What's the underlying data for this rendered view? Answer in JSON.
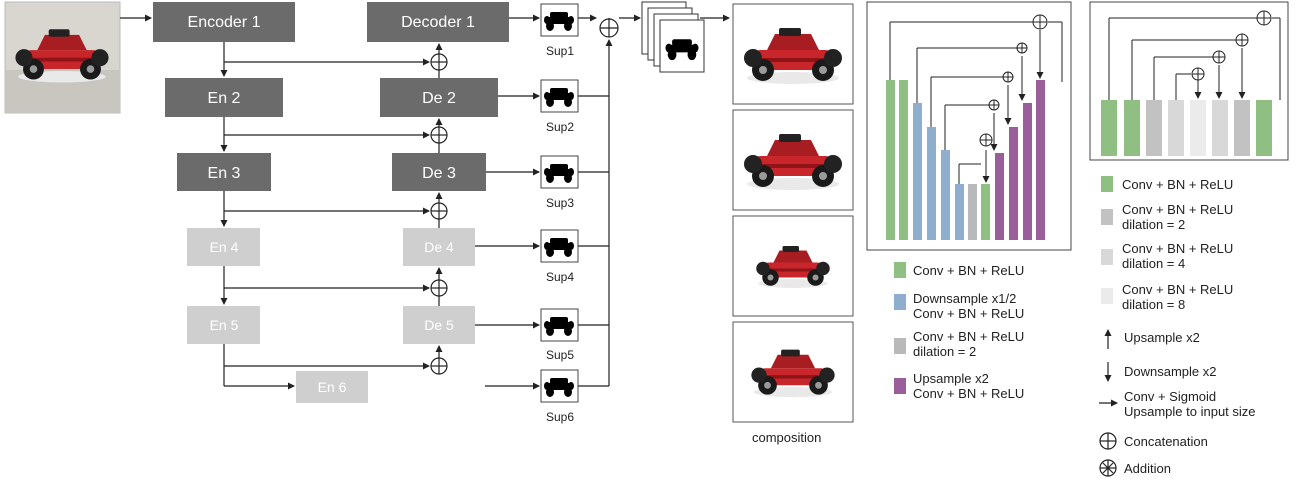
{
  "blocks": {
    "encoder1": "Encoder 1",
    "decoder1": "Decoder 1",
    "en2": "En 2",
    "de2": "De 2",
    "en3": "En 3",
    "de3": "De 3",
    "en4": "En 4",
    "de4": "De 4",
    "en5": "En 5",
    "de5": "De 5",
    "en6": "En 6"
  },
  "sup_labels": [
    "Sup1",
    "Sup2",
    "Sup3",
    "Sup4",
    "Sup5",
    "Sup6"
  ],
  "composition_label": "composition",
  "legend_left": {
    "green": "Conv + BN + ReLU",
    "blue_line1": "Downsample x1/2",
    "blue_line2": "Conv + BN + ReLU",
    "gray_line1": "Conv + BN + ReLU",
    "gray_line2": "dilation = 2",
    "purple_line1": "Upsample x2",
    "purple_line2": "Conv + BN + ReLU"
  },
  "legend_right": {
    "green": "Conv + BN + ReLU",
    "d2_line1": "Conv + BN + ReLU",
    "d2_line2": "dilation = 2",
    "d4_line1": "Conv + BN + ReLU",
    "d4_line2": "dilation = 4",
    "d8_line1": "Conv + BN + ReLU",
    "d8_line2": "dilation = 8",
    "upsample": "Upsample x2",
    "downsample": "Downsample x2",
    "convsig_line1": "Conv + Sigmoid",
    "convsig_line2": "Upsample to input size",
    "concat": "Concatenation",
    "addition": "Addition"
  },
  "colors": {
    "dark_block": "#6b6b6b",
    "light_block": "#cfcfcf",
    "green": "#8fbf82",
    "blue": "#8fadcc",
    "gray": "#b9b9b9",
    "purple": "#9a5e9a",
    "car_red": "#c8262b"
  }
}
